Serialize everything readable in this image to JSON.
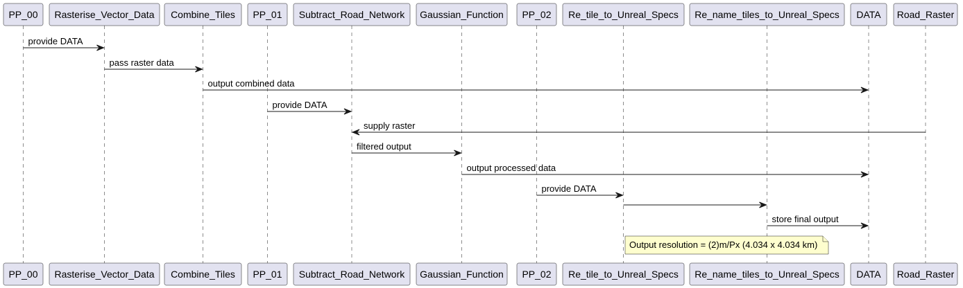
{
  "participants": [
    {
      "id": "p0",
      "label": "PP_00"
    },
    {
      "id": "p1",
      "label": "Rasterise_Vector_Data"
    },
    {
      "id": "p2",
      "label": "Combine_Tiles"
    },
    {
      "id": "p3",
      "label": "PP_01"
    },
    {
      "id": "p4",
      "label": "Subtract_Road_Network"
    },
    {
      "id": "p5",
      "label": "Gaussian_Function"
    },
    {
      "id": "p6",
      "label": "PP_02"
    },
    {
      "id": "p7",
      "label": "Re_tile_to_Unreal_Specs"
    },
    {
      "id": "p8",
      "label": "Re_name_tiles_to_Unreal_Specs"
    },
    {
      "id": "p9",
      "label": "DATA"
    },
    {
      "id": "p10",
      "label": "Road_Raster"
    }
  ],
  "messages": [
    {
      "from": "p0",
      "to": "p1",
      "label": "provide DATA"
    },
    {
      "from": "p1",
      "to": "p2",
      "label": "pass raster data"
    },
    {
      "from": "p2",
      "to": "p9",
      "label": "output combined data"
    },
    {
      "from": "p3",
      "to": "p4",
      "label": "provide DATA"
    },
    {
      "from": "p10",
      "to": "p4",
      "label": "supply raster"
    },
    {
      "from": "p4",
      "to": "p5",
      "label": "filtered output"
    },
    {
      "from": "p5",
      "to": "p9",
      "label": "output processed data"
    },
    {
      "from": "p6",
      "to": "p7",
      "label": "provide DATA"
    },
    {
      "from": "p7",
      "to": "p8",
      "label": ""
    },
    {
      "from": "p8",
      "to": "p9",
      "label": "store final output"
    }
  ],
  "note": {
    "over": "p7",
    "text": "Output resolution = (2)m/Px (4.034 x 4.034 km)"
  },
  "colors": {
    "participant_fill": "#e2e2f0",
    "line": "#181818",
    "note_fill": "#fefece"
  }
}
